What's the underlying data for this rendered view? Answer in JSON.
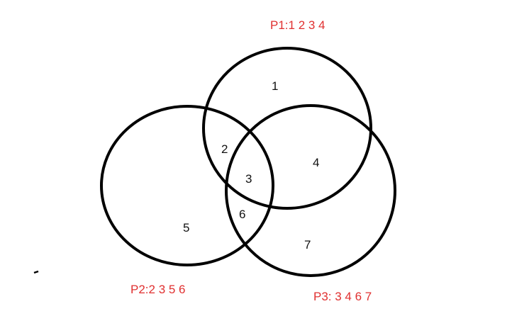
{
  "colors": {
    "background": "#ffffff",
    "circle_stroke": "#000000",
    "region_text": "#111111",
    "set_label_text": "#e03030"
  },
  "sets": [
    {
      "id": "p1",
      "label": "P1:1 2 3 4"
    },
    {
      "id": "p2",
      "label": "P2:2 3 5 6"
    },
    {
      "id": "p3",
      "label": "P3: 3 4 6 7"
    }
  ],
  "regions": [
    {
      "id": "r1",
      "text": "1"
    },
    {
      "id": "r2",
      "text": "2"
    },
    {
      "id": "r3",
      "text": "3"
    },
    {
      "id": "r4",
      "text": "4"
    },
    {
      "id": "r5",
      "text": "5"
    },
    {
      "id": "r6",
      "text": "6"
    },
    {
      "id": "r7",
      "text": "7"
    }
  ]
}
